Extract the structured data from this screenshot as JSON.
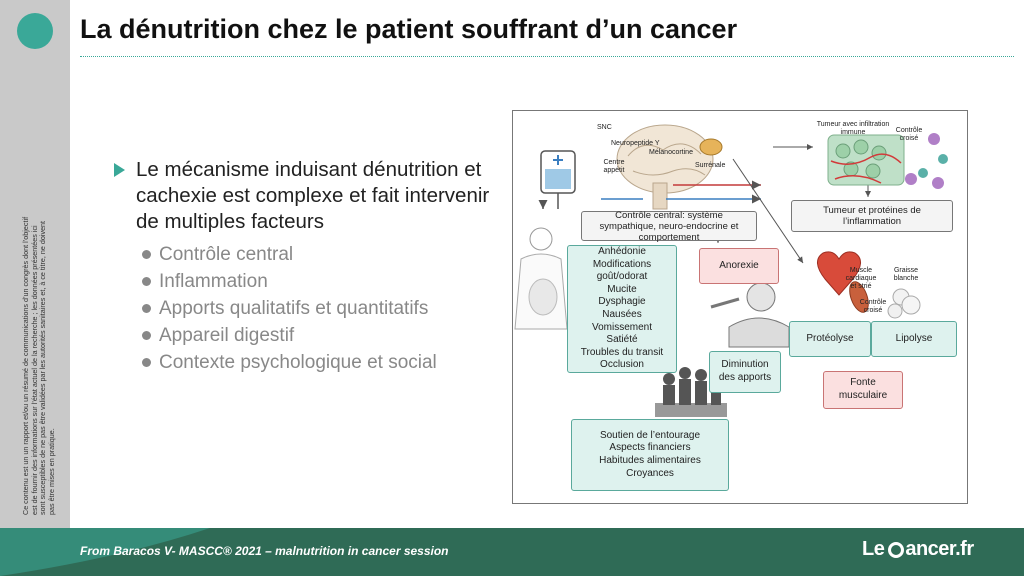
{
  "slide": {
    "title": "La dénutrition chez le patient souffrant d’un cancer",
    "disclaimer": "Ce contenu est un un rapport et/ou un résumé de communications d’un congrès dont l’objectif est de fournir des informations sur l’état actuel de la recherche ; les données présentées ici sont susceptibles de ne pas être validées par les autorités sanitaires et, à ce titre, ne doivent pas être mises en pratique."
  },
  "bullets": {
    "main": "Le mécanisme induisant dénutrition et cachexie est complexe et fait intervenir de multiples facteurs",
    "subs": [
      "Contrôle central",
      "Inflammation",
      "Apports qualitatifs et quantitatifs",
      "Appareil digestif",
      "Contexte psychologique et social"
    ]
  },
  "figure": {
    "labels": {
      "snc": "SNC",
      "neuropeptide": "Neuropeptide Y",
      "melanocortine": "Mélanocortine",
      "centre": "Centre appétit",
      "surrenale": "Surrénale",
      "tumeur_infiltration": "Tumeur avec infiltration immune",
      "controle_croise_top": "Contrôle croisé",
      "muscle": "Muscle cardiaque et strié",
      "graisse": "Graisse blanche",
      "controle_croise_mid": "Contrôle croisé"
    },
    "boxes": {
      "controle_central": "Contrôle central: système sympathique, neuro-endocrine et comportement",
      "tumeur": "Tumeur et protéines de l’inflammation",
      "symptoms": [
        "Anhédonie",
        "Modifications goût/odorat",
        "Mucite",
        "Dysphagie",
        "Nausées",
        "Vomissement",
        "Satiété",
        "Troubles du transit",
        "Occlusion"
      ],
      "anorexie": "Anorexie",
      "diminution": "Diminution des apports",
      "proteolyse": "Protéolyse",
      "lipolyse": "Lipolyse",
      "fonte": "Fonte musculaire",
      "soutien": [
        "Soutien de l’entourage",
        "Aspects financiers",
        "Habitudes alimentaires",
        "Croyances"
      ]
    }
  },
  "footer": {
    "source": "From Baracos V- MASCC® 2021 – malnutrition in cancer session",
    "logo_pre": "Le",
    "logo_post": "ancer.fr"
  },
  "colors": {
    "accent": "#3aa898",
    "footer": "#2f6b56",
    "sidebar": "#c9c9c9"
  }
}
